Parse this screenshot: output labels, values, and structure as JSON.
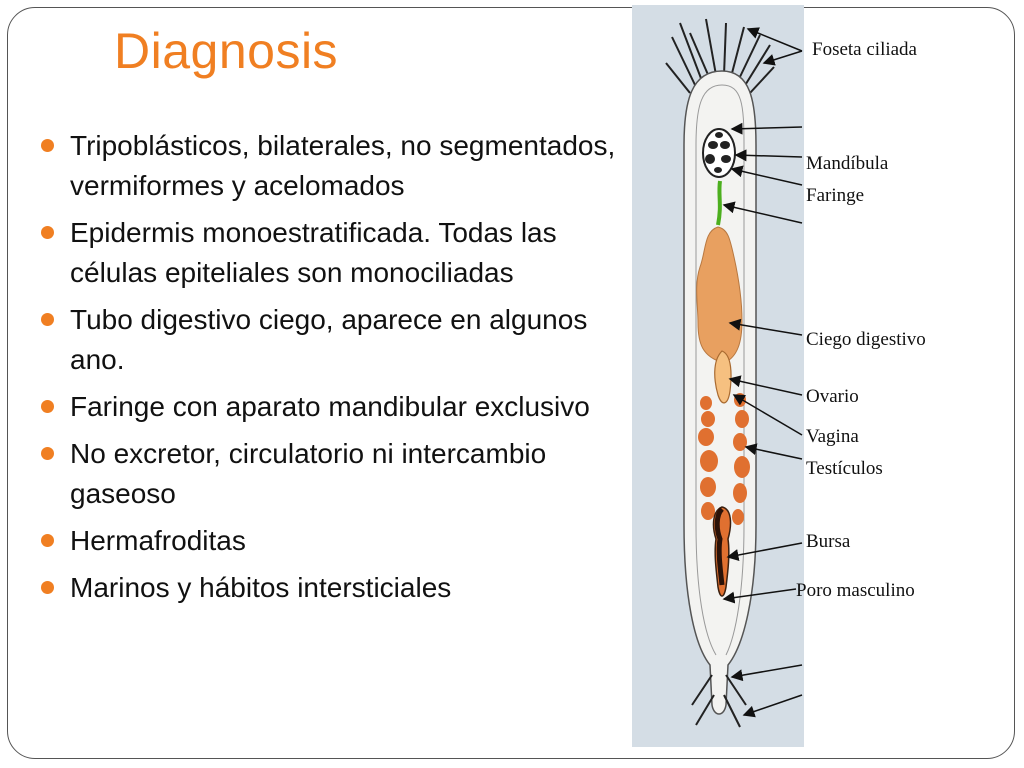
{
  "slide": {
    "title": "Diagnosis",
    "bullets": [
      "Tripoblásticos, bilaterales, no segmentados, vermiformes y acelomados",
      "Epidermis monoestratificada. Todas las células  epiteliales son monociliadas",
      "Tubo digestivo ciego, aparece en algunos ano.",
      "Faringe con aparato mandibular exclusivo",
      "No excretor, circulatorio ni intercambio gaseoso",
      "Hermafroditas",
      "Marinos y hábitos intersticiales"
    ]
  },
  "figure": {
    "labels": {
      "foseta": "Foseta ciliada",
      "mandibula": "Mandíbula",
      "faringe": "Faringe",
      "ciego": "Ciego digestivo",
      "ovario": "Ovario",
      "vagina": "Vagina",
      "testiculos": "Testículos",
      "bursa": "Bursa",
      "poro": "Poro masculino"
    }
  },
  "colors": {
    "accent": "#f07f22",
    "figure_bg": "#d4dde5",
    "organ_orange": "#e8a060",
    "testis_orange": "#e07030"
  }
}
